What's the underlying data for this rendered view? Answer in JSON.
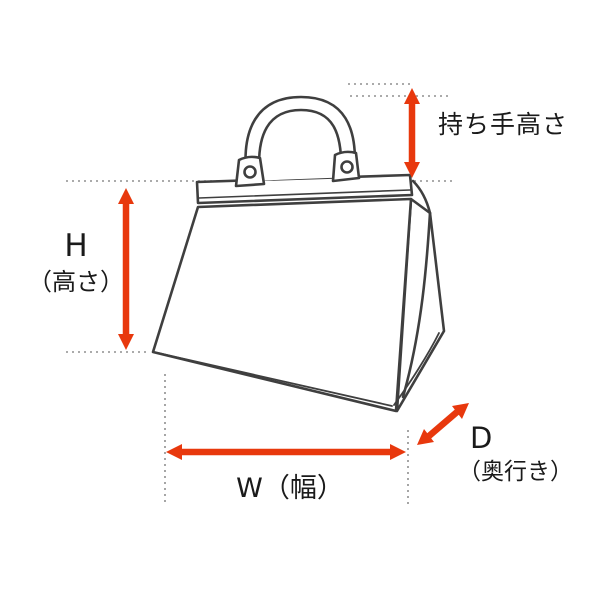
{
  "diagram": {
    "labels": {
      "handle_height": "持ち手高さ",
      "height_letter": "H",
      "height_suffix": "（高さ）",
      "width": "W（幅）",
      "depth_letter": "D",
      "depth_suffix": "（奥行き）"
    },
    "colors": {
      "arrow": "#e8380d",
      "outline": "#3f3f3f",
      "guide": "#8f8f8f",
      "background": "#ffffff",
      "text": "#1a1a1a"
    },
    "icons": {
      "dimension_arrow": "double-headed-arrow",
      "guide_line": "dotted-guide-line",
      "bag": "handbag-line-art"
    }
  }
}
